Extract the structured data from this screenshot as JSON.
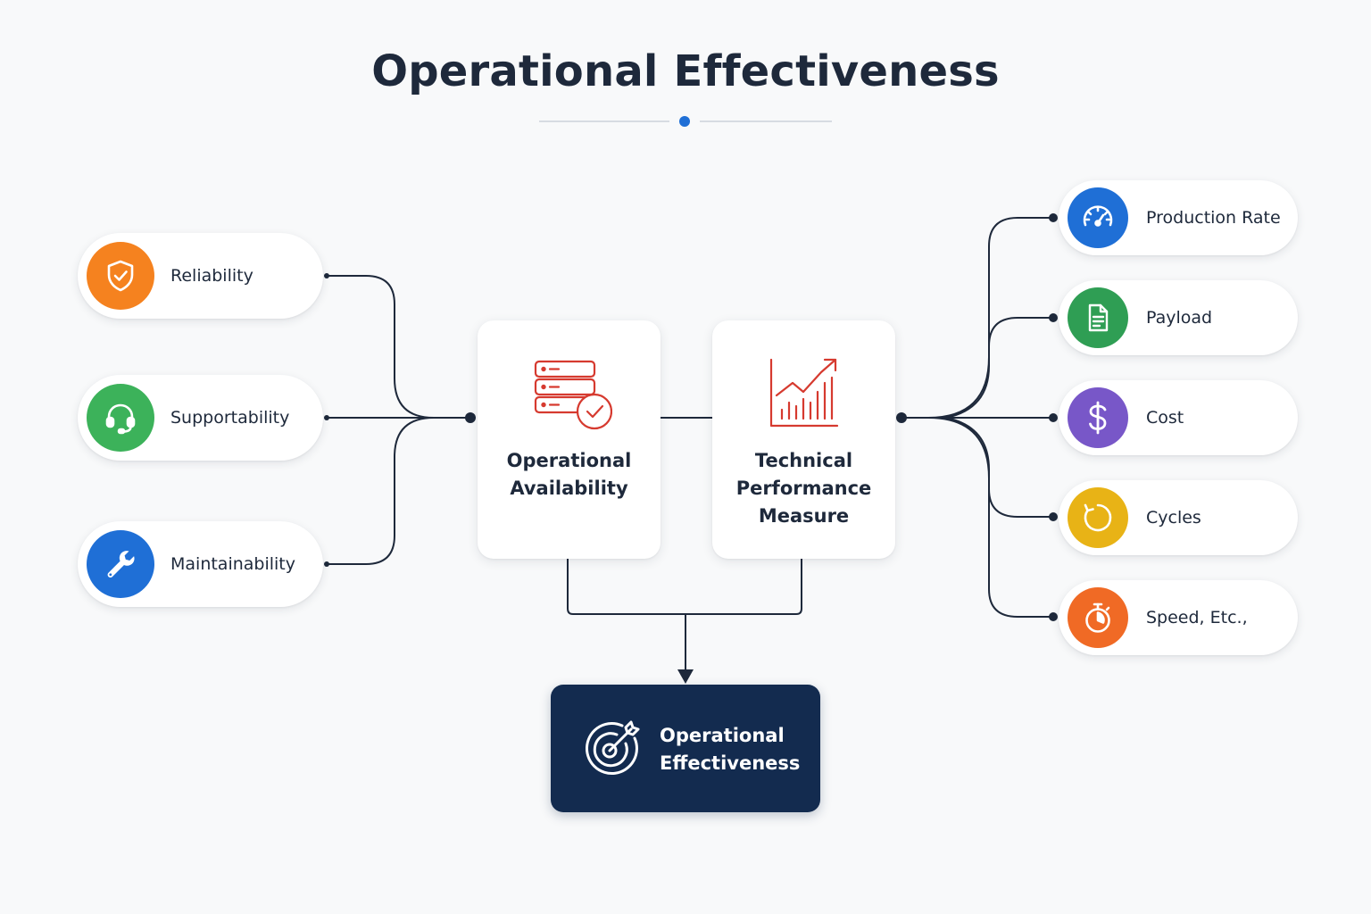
{
  "title": "Operational Effectiveness",
  "accent_color": "#1f6fd6",
  "inputs": [
    {
      "label": "Reliability",
      "icon": "shield-check-icon",
      "color": "#f5821f"
    },
    {
      "label": "Supportability",
      "icon": "headset-icon",
      "color": "#3cb25a"
    },
    {
      "label": "Maintainability",
      "icon": "wrench-icon",
      "color": "#1f6fd6"
    }
  ],
  "center_nodes": [
    {
      "label": "Operational\nAvailability",
      "icon": "server-check-icon",
      "color": "#d63a2f"
    },
    {
      "label": "Technical\nPerformance\nMeasure",
      "icon": "trend-chart-icon",
      "color": "#d63a2f"
    }
  ],
  "measures": [
    {
      "label": "Production Rate",
      "icon": "speedometer-icon",
      "color": "#1f6fd6"
    },
    {
      "label": "Payload",
      "icon": "document-icon",
      "color": "#2f9e54"
    },
    {
      "label": "Cost",
      "icon": "dollar-icon",
      "color": "#7857c8"
    },
    {
      "label": "Cycles",
      "icon": "cycle-icon",
      "color": "#e8b316"
    },
    {
      "label": "Speed, Etc.,",
      "icon": "stopwatch-icon",
      "color": "#f06a25"
    }
  ],
  "result": {
    "label": "Operational\nEffectiveness",
    "icon": "target-icon",
    "color": "#132b4f"
  }
}
